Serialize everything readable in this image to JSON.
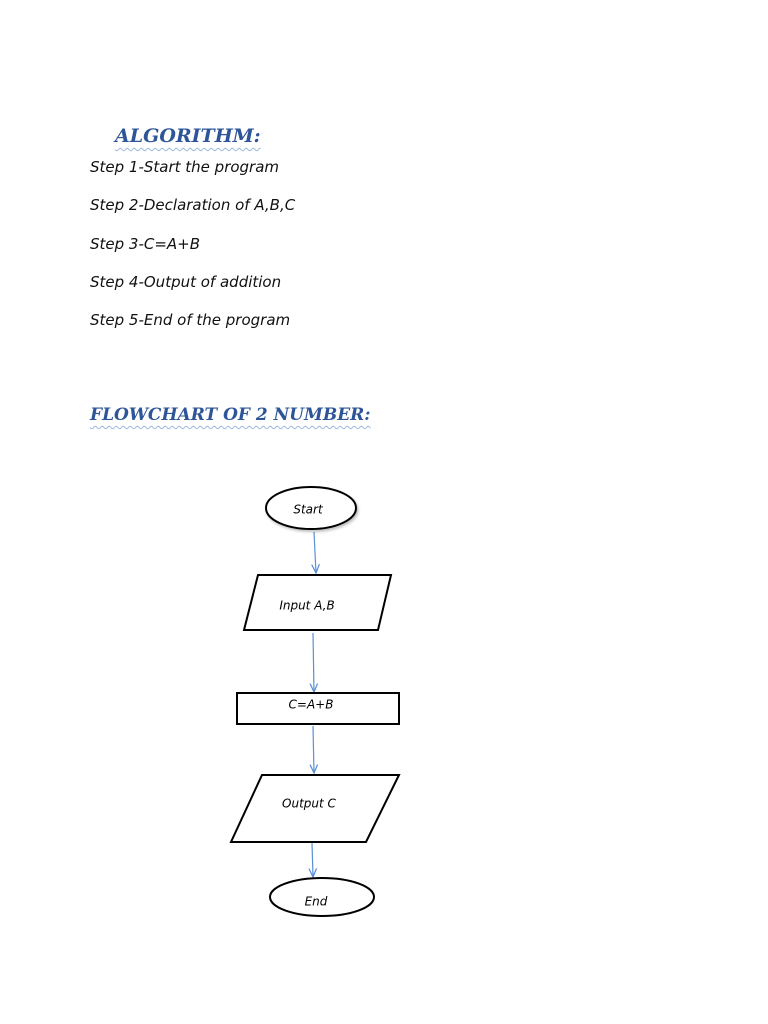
{
  "algorithm": {
    "heading": "ALGORITHM:",
    "steps": [
      "Step 1-Start the program",
      "Step 2-Declaration of A,B,C",
      "Step 3-C=A+B",
      "Step 4-Output of addition",
      "Step 5-End of the program"
    ]
  },
  "flowchart": {
    "heading": "FLOWCHART OF 2 NUMBER:",
    "nodes": {
      "start": "Start",
      "input": "Input A,B",
      "process": "C=A+B",
      "output": "Output C",
      "end": "End"
    }
  },
  "colors": {
    "heading": "#2e5597",
    "connector": "#5b8fd6"
  }
}
